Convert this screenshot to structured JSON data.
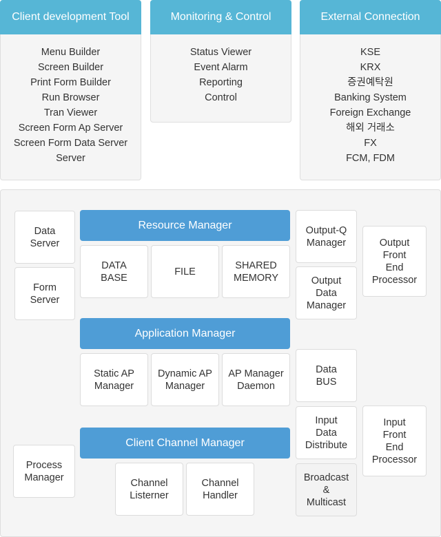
{
  "top_panels": [
    {
      "title": "Client development Tool",
      "items": [
        "Menu Builder",
        "Screen Builder",
        "Print Form Builder",
        "Run Browser",
        "Tran Viewer",
        "Screen Form Ap Server",
        "Screen Form Data Server",
        "Server"
      ]
    },
    {
      "title": "Monitoring & Control",
      "items": [
        "Status Viewer",
        "Event Alarm",
        "Reporting",
        "Control"
      ]
    },
    {
      "title": "External Connection",
      "items": [
        "KSE",
        "KRX",
        "증권예탁원",
        "Banking System",
        "Foreign Exchange",
        "해외 거래소",
        "FX",
        "FCM, FDM"
      ]
    }
  ],
  "system": {
    "data_server": "Data\nServer",
    "form_server": "Form\nServer",
    "process_manager": "Process\nManager",
    "resource_manager": {
      "title": "Resource Manager",
      "items": [
        "DATA\nBASE",
        "FILE",
        "SHARED\nMEMORY"
      ]
    },
    "application_manager": {
      "title": "Application Manager",
      "items": [
        "Static AP\nManager",
        "Dynamic AP\nManager",
        "AP Manager\nDaemon"
      ]
    },
    "client_channel_manager": {
      "title": "Client Channel Manager",
      "items": [
        "Channel\nListerner",
        "Channel\nHandler"
      ]
    },
    "output_q_manager": "Output-Q\nManager",
    "output_data_manager": "Output\nData\nManager",
    "output_fep": "Output\nFront\nEnd\nProcessor",
    "data_bus": "Data\nBUS",
    "input_data_distribute": "Input\nData\nDistribute",
    "broadcast_multicast": "Broadcast\n&\nMulticast",
    "input_fep": "Input\nFront\nEnd\nProcessor"
  },
  "colors": {
    "panel_header": "#56b6d6",
    "manager_bar": "#4f9dd6",
    "panel_bg": "#f5f5f5"
  }
}
